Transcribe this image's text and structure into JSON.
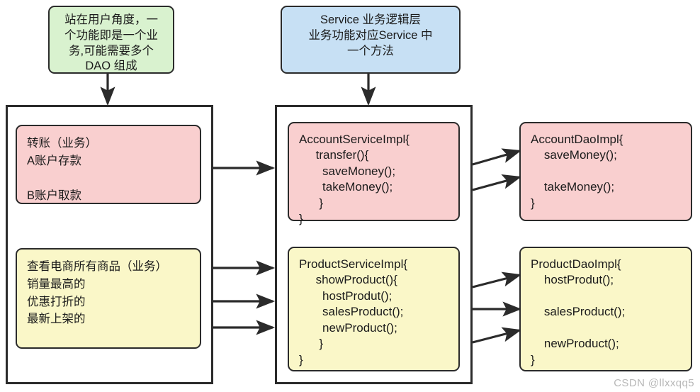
{
  "diagram": {
    "title": "Service / DAO layered architecture diagram",
    "watermark": "CSDN @llxxqq5",
    "colors": {
      "note_green": "#d9f2cf",
      "note_blue": "#c7e0f4",
      "card_pink": "#f9cfcf",
      "card_yellow": "#faf7c8",
      "stroke": "#2b2b2b",
      "background": "#ffffff",
      "watermark": "#b8b8b8"
    },
    "notes": {
      "user_perspective": "站在用户角度，一\n个功能即是一个业\n务,可能需要多个\nDAO 组成",
      "service_layer": "Service 业务逻辑层\n业务功能对应Service 中\n一个方法"
    },
    "columns": {
      "business": {
        "name": "business-column",
        "cards": [
          {
            "name": "transfer-business-card",
            "color": "pink",
            "text": "转账（业务）\nA账户存款\n\nB账户取款"
          },
          {
            "name": "product-business-card",
            "color": "yellow",
            "text": "查看电商所有商品（业务）\n销量最高的\n优惠打折的\n最新上架的"
          }
        ]
      },
      "service": {
        "name": "service-column",
        "cards": [
          {
            "name": "account-service-impl-card",
            "color": "pink",
            "text": "AccountServiceImpl{\n     transfer(){\n       saveMoney();\n       takeMoney();\n      }\n}"
          },
          {
            "name": "product-service-impl-card",
            "color": "yellow",
            "text": "ProductServiceImpl{\n     showProduct(){\n       hostProdut();\n       salesProduct();\n       newProduct();\n      }\n}"
          }
        ]
      },
      "dao": {
        "name": "dao-column",
        "cards": [
          {
            "name": "account-dao-impl-card",
            "color": "pink",
            "text": "AccountDaoImpl{\n    saveMoney();\n\n    takeMoney();\n}"
          },
          {
            "name": "product-dao-impl-card",
            "color": "yellow",
            "text": "ProductDaoImpl{\n    hostProdut();\n\n    salesProduct();\n\n    newProduct();\n}"
          }
        ]
      }
    },
    "connectors": [
      {
        "name": "arrow-note-to-business",
        "from": "user-perspective-note",
        "to": "business-container",
        "style": "vertical-down"
      },
      {
        "name": "arrow-note-to-service",
        "from": "service-layer-note",
        "to": "service-container",
        "style": "vertical-down"
      },
      {
        "name": "arrow-transfer-to-account-service",
        "from": "business-container",
        "to": "service-container",
        "style": "horizontal-right"
      },
      {
        "name": "arrow-product-to-product-service-1",
        "from": "business-container",
        "to": "service-container",
        "style": "horizontal-right"
      },
      {
        "name": "arrow-product-to-product-service-2",
        "from": "business-container",
        "to": "service-container",
        "style": "horizontal-right"
      },
      {
        "name": "arrow-product-to-product-service-3",
        "from": "business-container",
        "to": "service-container",
        "style": "horizontal-right"
      },
      {
        "name": "arrow-account-service-to-save-money",
        "from": "service-container",
        "to": "account-dao-impl-card",
        "style": "diagonal-up-right"
      },
      {
        "name": "arrow-account-service-to-take-money",
        "from": "service-container",
        "to": "account-dao-impl-card",
        "style": "diagonal-up-right"
      },
      {
        "name": "arrow-product-service-to-host-produt",
        "from": "service-container",
        "to": "product-dao-impl-card",
        "style": "diagonal-up-right"
      },
      {
        "name": "arrow-product-service-to-sales-product",
        "from": "service-container",
        "to": "product-dao-impl-card",
        "style": "horizontal-right"
      },
      {
        "name": "arrow-product-service-to-new-product",
        "from": "service-container",
        "to": "product-dao-impl-card",
        "style": "diagonal-up-right"
      }
    ]
  }
}
